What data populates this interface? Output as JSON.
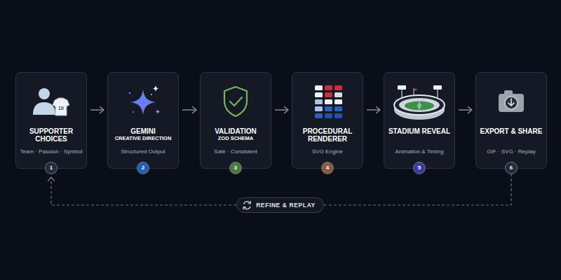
{
  "diagram": {
    "nodes": [
      {
        "text": [
          "SUPPORTER CHOICES",
          "Team · Passion · Symbol",
          "1"
        ]
      },
      {
        "text": [
          "GEMINI",
          "CREATIVE DIRECTION",
          "Structured Output",
          "2"
        ]
      },
      {
        "text": [
          "VALIDATION",
          "ZOD SCHEMA",
          "Safe · Consistent",
          "3"
        ]
      },
      {
        "text": [
          "PROCEDURAL RENDERER",
          "SVG Engine",
          "4"
        ]
      },
      {
        "text": [
          "STADIUM REVEAL",
          "Animation & Timing",
          "5"
        ]
      },
      {
        "text": [
          "EXPORT & SHARE",
          "GIF · SVG · Replay",
          "6"
        ]
      },
      {
        "text": [
          "REFINE & REPLAY"
        ]
      }
    ],
    "edges": [
      {
        "from": 0,
        "to": 1,
        "arrow": "to"
      },
      {
        "from": 1,
        "to": 2,
        "arrow": "to"
      },
      {
        "from": 2,
        "to": 3,
        "arrow": "to"
      },
      {
        "from": 3,
        "to": 4,
        "arrow": "to"
      },
      {
        "from": 4,
        "to": 5,
        "arrow": "to"
      },
      {
        "from": 5,
        "to": 6,
        "arrow": "none"
      },
      {
        "from": 6,
        "to": 0,
        "arrow": "to"
      }
    ],
    "labels": [
      "10"
    ]
  }
}
